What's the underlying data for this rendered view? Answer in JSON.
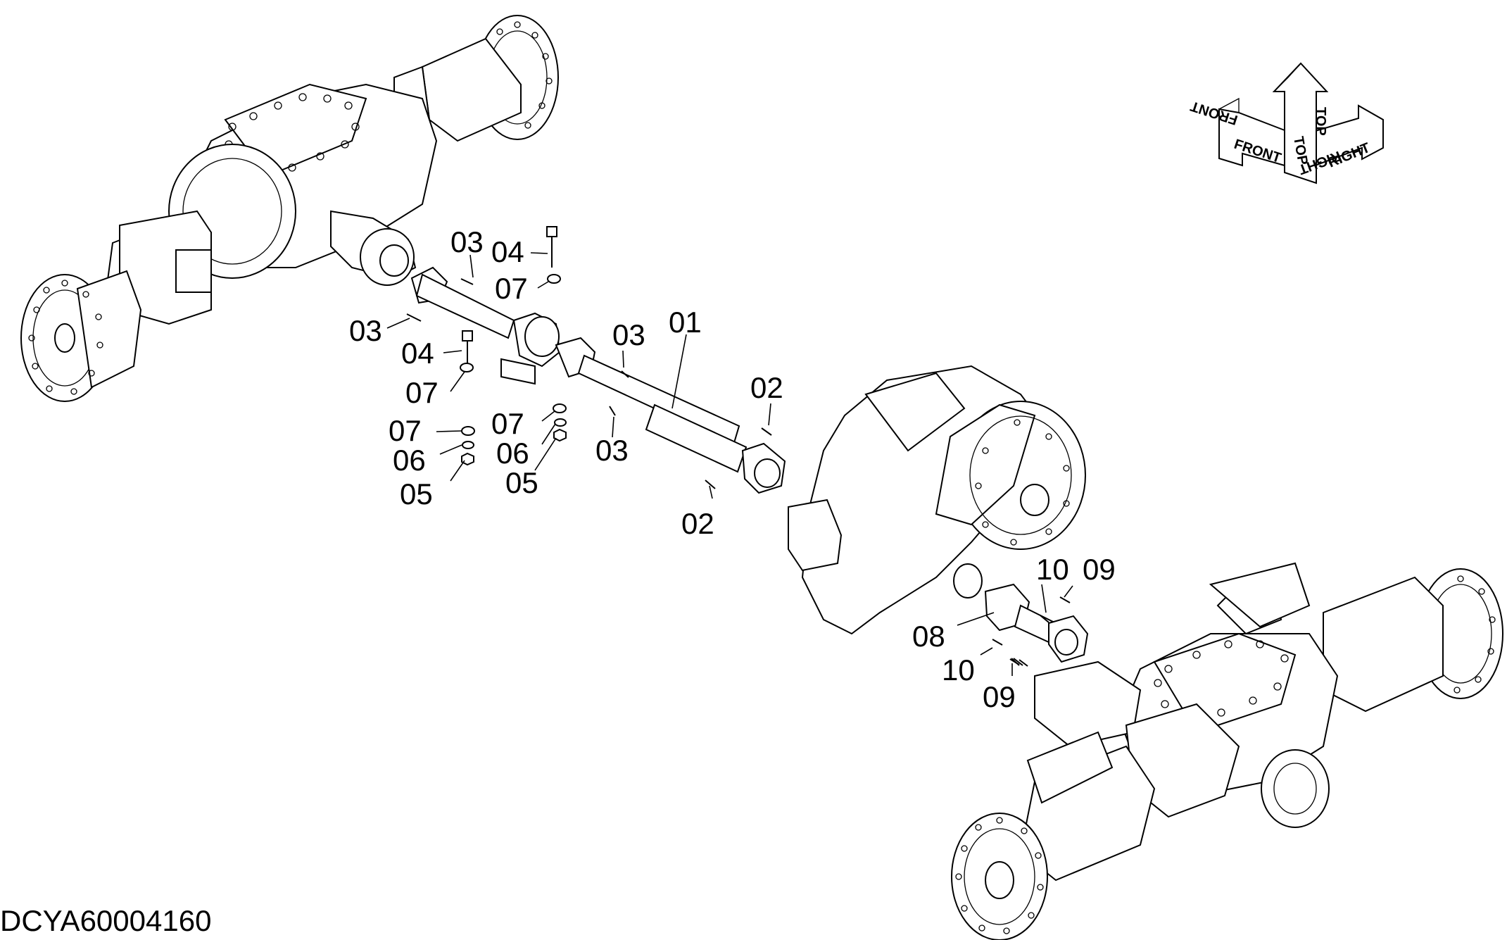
{
  "drawing_code": "DCYA60004160",
  "orientation": {
    "front": "FRONT",
    "top": "TOP",
    "right": "RIGHT"
  },
  "callouts": [
    "01",
    "02",
    "02",
    "03",
    "03",
    "03",
    "03",
    "04",
    "04",
    "05",
    "05",
    "06",
    "06",
    "07",
    "07",
    "07",
    "07",
    "08",
    "09",
    "09",
    "10",
    "10"
  ],
  "labels": {
    "c01": "01",
    "c02a": "02",
    "c02b": "02",
    "c03a": "03",
    "c03b": "03",
    "c03c": "03",
    "c03d": "03",
    "c04a": "04",
    "c04b": "04",
    "c05a": "05",
    "c05b": "05",
    "c06a": "06",
    "c06b": "06",
    "c07a": "07",
    "c07b": "07",
    "c07c": "07",
    "c07d": "07",
    "c08": "08",
    "c09a": "09",
    "c09b": "09",
    "c10a": "10",
    "c10b": "10"
  }
}
